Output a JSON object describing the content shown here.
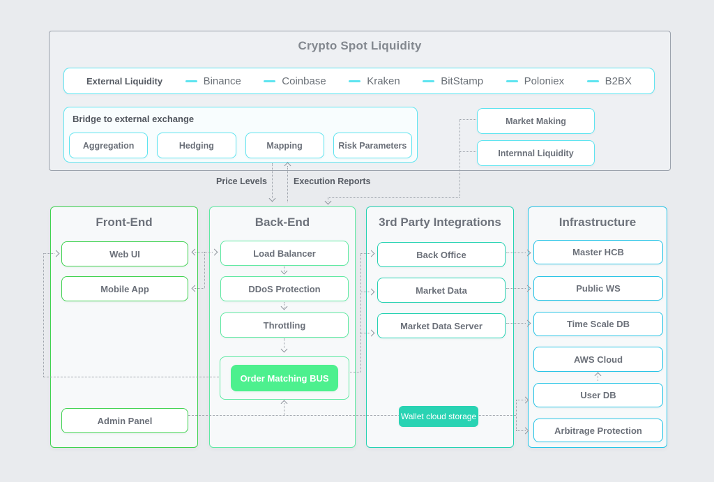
{
  "style": {
    "page_bg": "#e9ebee",
    "connector_color": "#9aa0a8"
  },
  "top_panel": {
    "title": "Crypto Spot Liquidity",
    "accent": "#5ee4f0",
    "external_liquidity": {
      "label": "External Liquidity",
      "exchanges": [
        "Binance",
        "Coinbase",
        "Kraken",
        "BitStamp",
        "Poloniex",
        "B2BX"
      ]
    },
    "bridge": {
      "title": "Bridge to external exchange",
      "items": [
        "Aggregation",
        "Hedging",
        "Mapping",
        "Risk Parameters"
      ]
    },
    "side_boxes": [
      "Market Making",
      "Internnal Liquidity"
    ]
  },
  "flow_labels": {
    "price_levels": "Price Levels",
    "execution_reports": "Execution Reports"
  },
  "columns": [
    {
      "title": "Front-End",
      "accent": "#3ed24f",
      "items": [
        "Web UI",
        "Mobile App",
        "Admin Panel"
      ]
    },
    {
      "title": "Back-End",
      "accent": "#5fe9a2",
      "fill": "#4df08e",
      "items": [
        "Load Balancer",
        "DDoS Protection",
        "Throttling",
        "Order Matching BUS"
      ]
    },
    {
      "title": "3rd Party Integrations",
      "accent": "#25d2b2",
      "fill": "#29d3b3",
      "items": [
        "Back Office",
        "Market Data",
        "Market Data Server",
        "Wallet cloud storage"
      ]
    },
    {
      "title": "Infrastructure",
      "accent": "#28c4e6",
      "items": [
        "Master HCB",
        "Public WS",
        "Time Scale DB",
        "AWS Cloud",
        "User DB",
        "Arbitrage Protection"
      ]
    }
  ]
}
